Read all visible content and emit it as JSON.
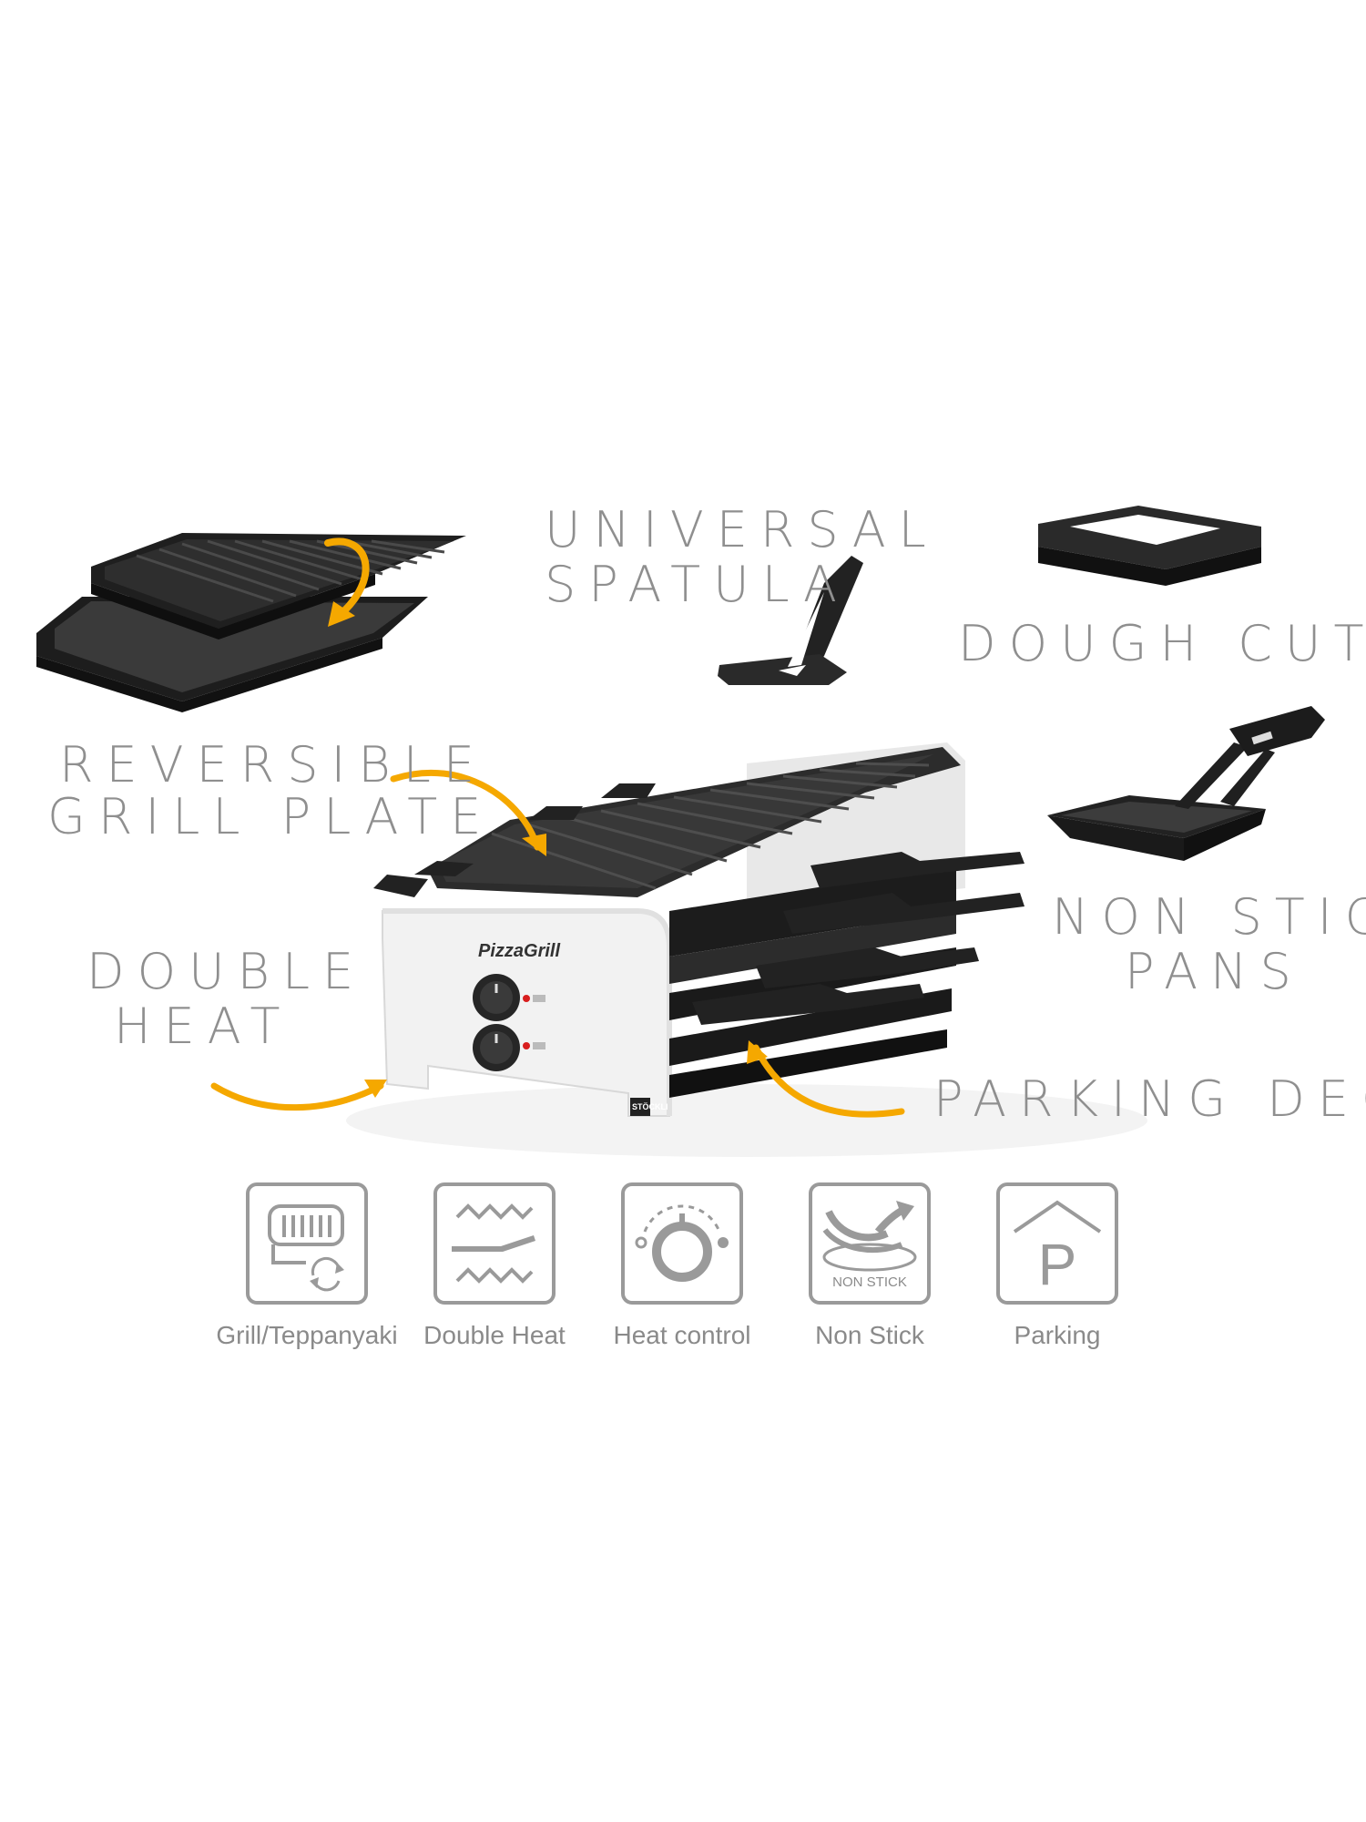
{
  "labels": {
    "universal_spatula_1": "UNIVERSAL",
    "universal_spatula_2": "SPATULA",
    "dough_cutter": "DOUGH CUTTER",
    "reversible_1": "REVERSIBLE",
    "reversible_2": "GRILL PLATE",
    "non_stick_1": "NON STICK",
    "non_stick_2": "PANS",
    "double_heat_1": "DOUBLE",
    "double_heat_2": "HEAT",
    "parking_deck": "PARKING DECK"
  },
  "product": {
    "brand": "PizzaGrill",
    "maker": "STÖCKLI"
  },
  "features": [
    {
      "label": "Grill/Teppanyaki",
      "icon": "grill-teppanyaki-icon"
    },
    {
      "label": "Double Heat",
      "icon": "double-heat-icon"
    },
    {
      "label": "Heat control",
      "icon": "heat-control-icon"
    },
    {
      "label": "Non Stick",
      "icon": "non-stick-icon",
      "badge": "NON STICK"
    },
    {
      "label": "Parking",
      "icon": "parking-icon",
      "badge": "P"
    }
  ],
  "colors": {
    "arrow": "#f5a800",
    "label_text": "#8f8f8f",
    "icon_stroke": "#9a9a9a",
    "appliance_body": "#f2f2f2",
    "plate": "#2a2a2a"
  }
}
